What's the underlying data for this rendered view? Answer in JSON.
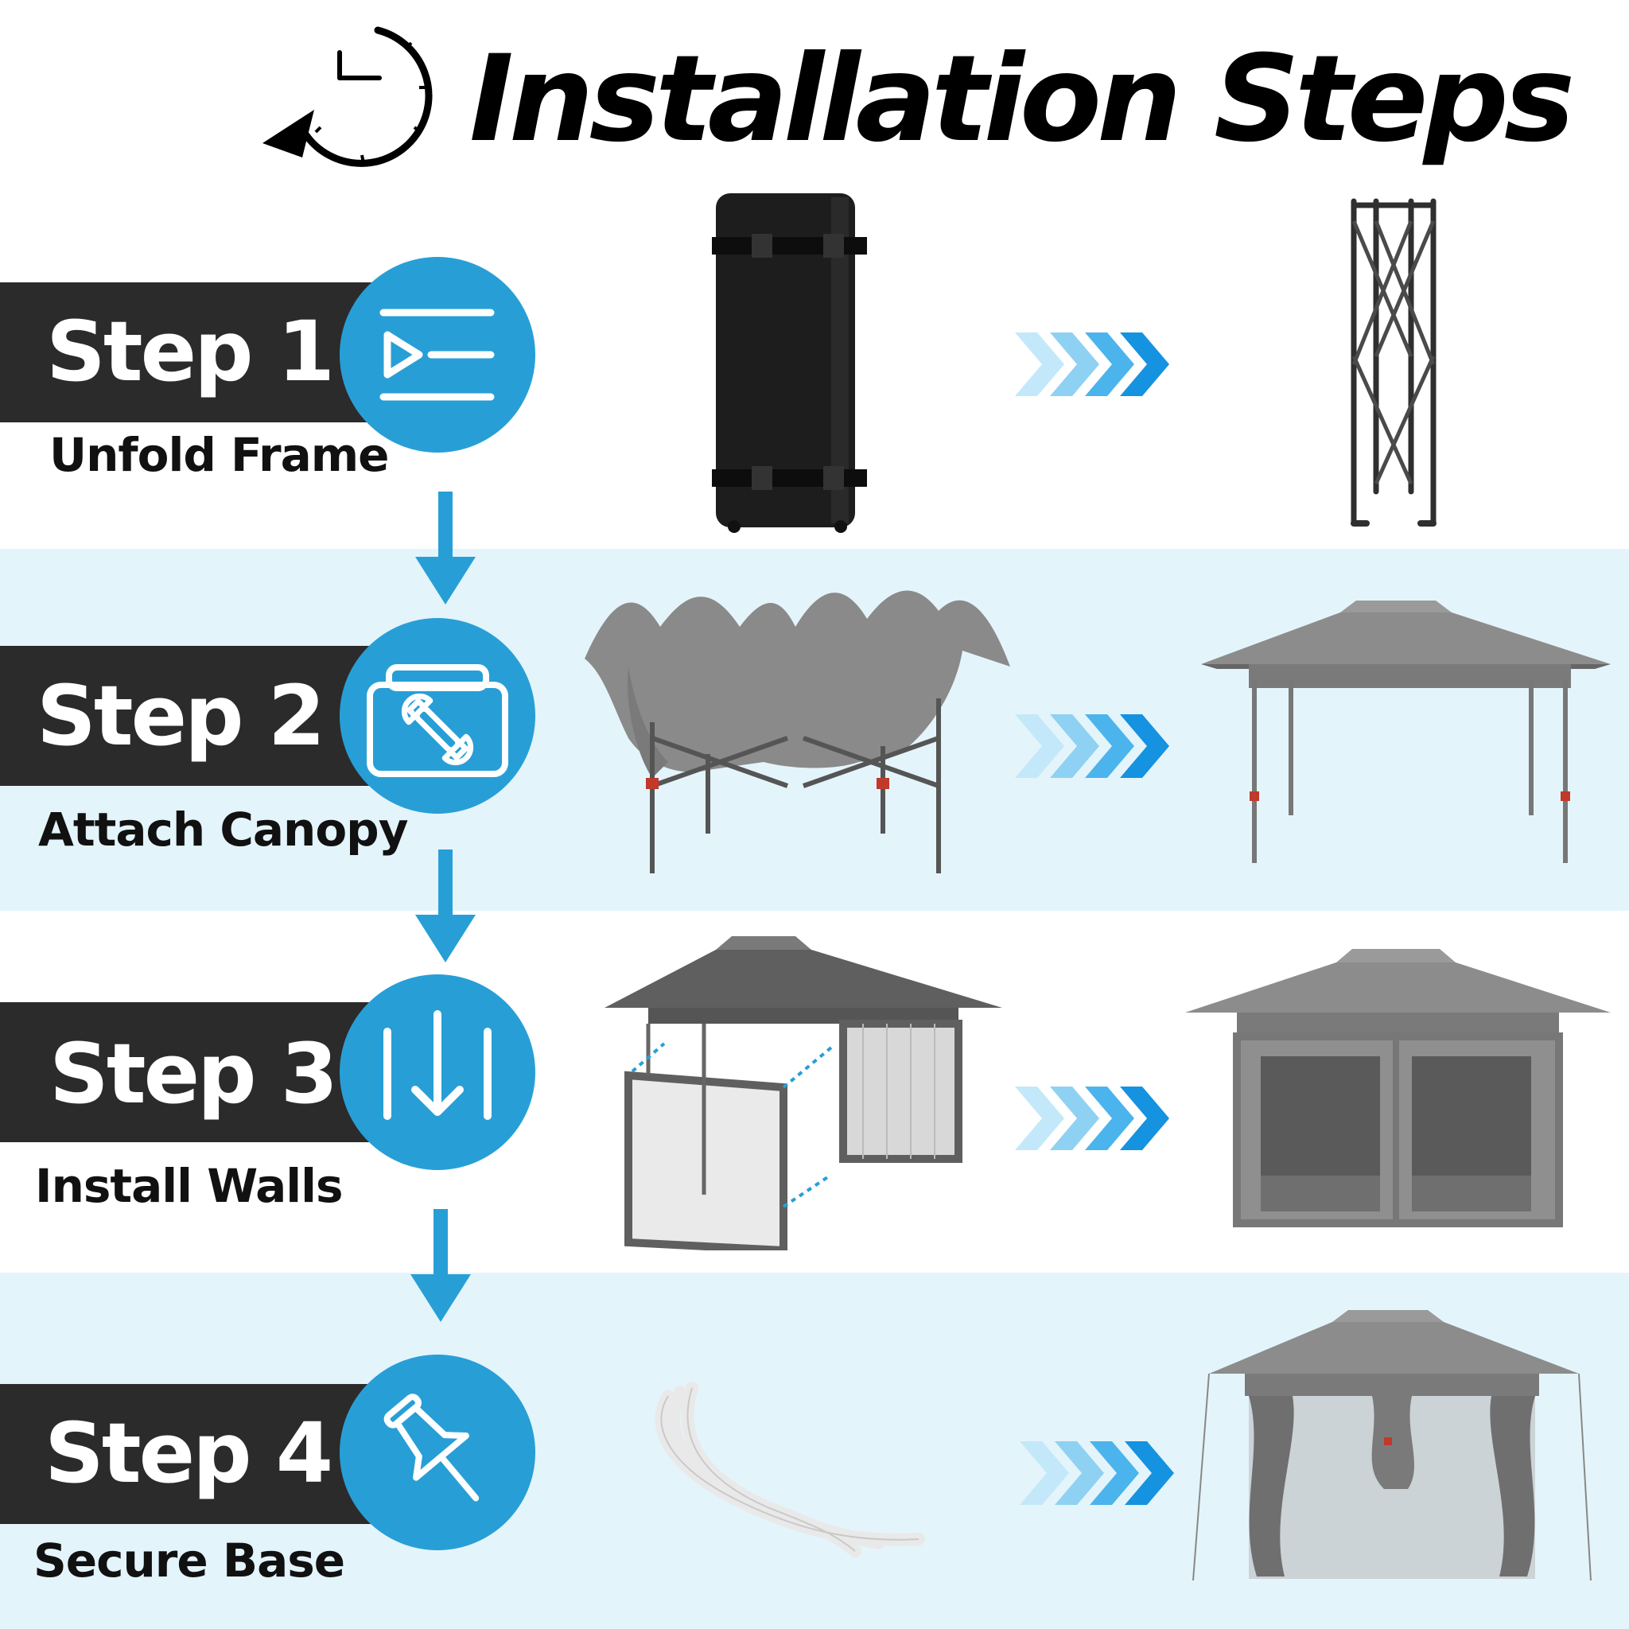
{
  "title": "Installation Steps",
  "colors": {
    "accent": "#279fd6",
    "dark_bar": "#2b2b2b",
    "light_band": "#e4f4fb",
    "chevron_light": "#bfe6f8",
    "chevron_dark": "#1592e0"
  },
  "title_icon": "clock-rewind-icon",
  "steps": [
    {
      "label": "Step 1",
      "subtitle": "Unfold Frame",
      "icon": "play-list-icon"
    },
    {
      "label": "Step 2",
      "subtitle": "Attach Canopy",
      "icon": "toolbox-wrench-icon"
    },
    {
      "label": "Step 3",
      "subtitle": "Install Walls",
      "icon": "wall-arrow-down-icon"
    },
    {
      "label": "Step 4",
      "subtitle": "Secure Base",
      "icon": "pushpin-icon"
    }
  ]
}
